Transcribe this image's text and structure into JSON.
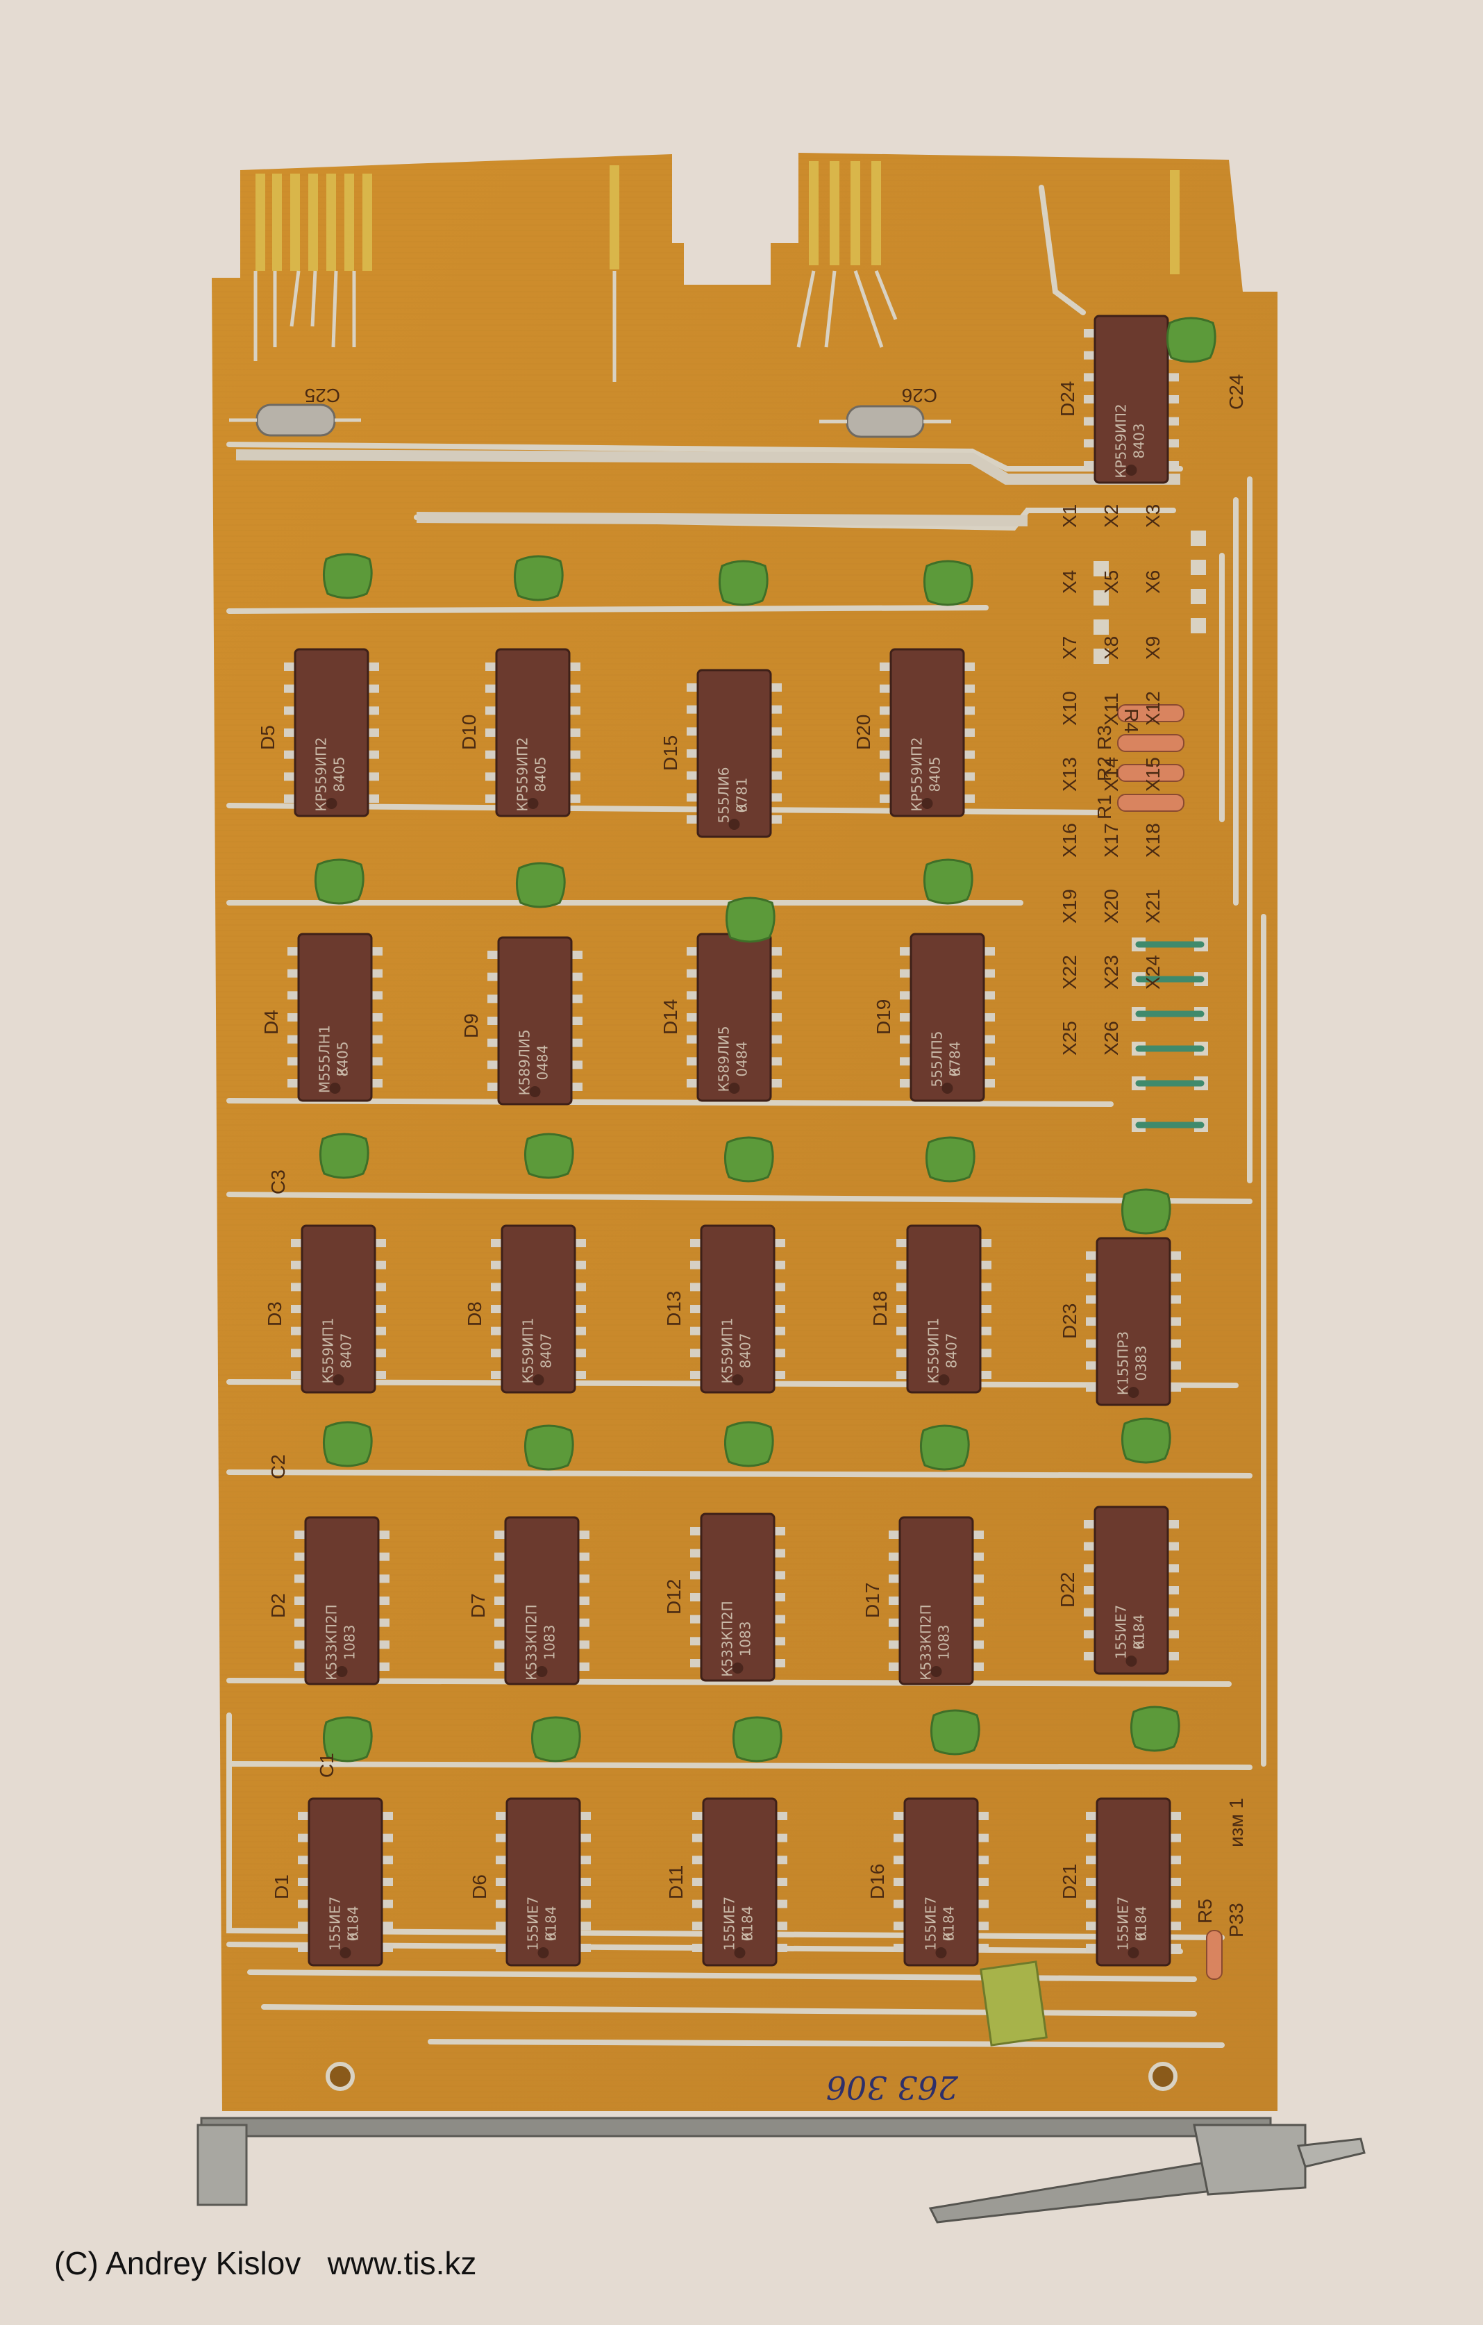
{
  "board": {
    "marking_main": "Р33",
    "marking_revision": "изм 1",
    "handwritten": "263  306"
  },
  "credit": "(C) Andrey Kislov   www.tis.kz",
  "chips": [
    {
      "ref": "D5",
      "line1": "КР559ИП2",
      "line2": "8405"
    },
    {
      "ref": "D10",
      "line1": "КР559ИП2",
      "line2": "8405"
    },
    {
      "ref": "D15",
      "line1": "555ЛИ6",
      "line2": "0781",
      "prefix": "К"
    },
    {
      "ref": "D20",
      "line1": "КР559ИП2",
      "line2": "8405"
    },
    {
      "ref": "D24",
      "line1": "КР559ИП2",
      "line2": "8403"
    },
    {
      "ref": "D4",
      "line1": "М555ЛН1",
      "line2": "8405",
      "prefix": "К"
    },
    {
      "ref": "D9",
      "line1": "К589ЛИ5",
      "line2": "0484"
    },
    {
      "ref": "D14",
      "line1": "К589ЛИ5",
      "line2": "0484"
    },
    {
      "ref": "D19",
      "line1": "555ЛП5",
      "line2": "0784",
      "prefix": "К"
    },
    {
      "ref": "D3",
      "line1": "К559ИП1",
      "line2": "8407"
    },
    {
      "ref": "D8",
      "line1": "К559ИП1",
      "line2": "8407"
    },
    {
      "ref": "D13",
      "line1": "К559ИП1",
      "line2": "8407"
    },
    {
      "ref": "D18",
      "line1": "К559ИП1",
      "line2": "8407"
    },
    {
      "ref": "D23",
      "line1": "К155ПР3",
      "line2": "0383"
    },
    {
      "ref": "D2",
      "line1": "К533КП2П",
      "line2": "1083"
    },
    {
      "ref": "D7",
      "line1": "К533КП2П",
      "line2": "1083"
    },
    {
      "ref": "D12",
      "line1": "К533КП2П",
      "line2": "1083"
    },
    {
      "ref": "D17",
      "line1": "К533КП2П",
      "line2": "1083"
    },
    {
      "ref": "D22",
      "line1": "155ИЕ7",
      "line2": "0184",
      "prefix": "К"
    },
    {
      "ref": "D1",
      "line1": "155ИЕ7",
      "line2": "0184",
      "prefix": "К"
    },
    {
      "ref": "D6",
      "line1": "155ИЕ7",
      "line2": "0184",
      "prefix": "К"
    },
    {
      "ref": "D11",
      "line1": "155ИЕ7",
      "line2": "0184",
      "prefix": "К"
    },
    {
      "ref": "D16",
      "line1": "155ИЕ7",
      "line2": "0184",
      "prefix": "К"
    },
    {
      "ref": "D21",
      "line1": "155ИЕ7",
      "line2": "0184",
      "prefix": "К"
    }
  ],
  "silkscreen": {
    "capacitors": [
      "C25",
      "C26",
      "C24",
      "C3",
      "C2",
      "C1"
    ],
    "resistors": [
      "R1",
      "R2",
      "R3",
      "R4",
      "R5"
    ],
    "jumpers": [
      "X1",
      "X2",
      "X3",
      "X4",
      "X5",
      "X6",
      "X7",
      "X8",
      "X9",
      "X10",
      "X11",
      "X12",
      "X13",
      "X14",
      "X15",
      "X16",
      "X17",
      "X18",
      "X19",
      "X20",
      "X21",
      "X22",
      "X23",
      "X24",
      "X25",
      "X26"
    ]
  },
  "colors": {
    "pcb": "#c98a2a",
    "pcb_dark": "#a9701d",
    "trace": "#d9d2c3",
    "chip": "#6b3a2e",
    "capacitor": "#5c9a3a",
    "gold": "#d9b64a"
  }
}
